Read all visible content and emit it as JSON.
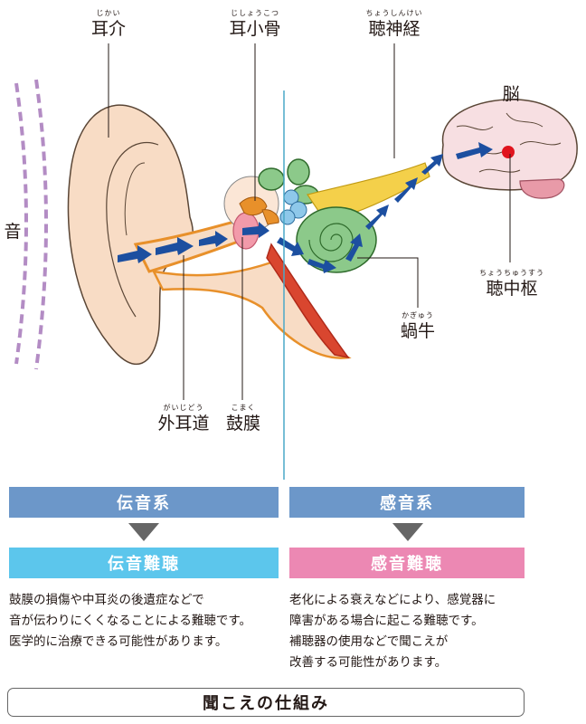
{
  "labels": {
    "pinna": {
      "ruby": "じかい",
      "name": "耳介"
    },
    "ossicles": {
      "ruby": "じしょうこつ",
      "name": "耳小骨"
    },
    "auditory_nerve": {
      "ruby": "ちょうしんけい",
      "name": "聴神経"
    },
    "brain": {
      "name": "脳"
    },
    "sound": {
      "name": "音"
    },
    "auditory_center": {
      "ruby": "ちょうちゅうすう",
      "name": "聴中枢"
    },
    "cochlea": {
      "ruby": "かぎゅう",
      "name": "蝸牛"
    },
    "ear_canal": {
      "ruby": "がいじどう",
      "name": "外耳道"
    },
    "eardrum": {
      "ruby": "こまく",
      "name": "鼓膜"
    }
  },
  "conductive": {
    "system": "伝音系",
    "hearing_loss": "伝音難聴",
    "description": [
      "鼓膜の損傷や中耳炎の後遺症などで",
      "音が伝わりにくくなることによる難聴です。",
      "医学的に治療できる可能性があります。"
    ]
  },
  "sensorineural": {
    "system": "感音系",
    "hearing_loss": "感音難聴",
    "description": [
      "老化による衰えなどにより、感覚器に",
      "障害がある場合に起こる難聴です。",
      "補聴器の使用などで聞こえが",
      "改善する可能性があります。"
    ]
  },
  "caption": "聞こえの仕組み",
  "colors": {
    "conductive_bar": "#6c97c9",
    "conductive_loss_bar": "#5cc6ec",
    "sensorineural_bar": "#6c97c9",
    "sensorineural_loss_bar": "#ec88b3",
    "arrow": "#1c4fa0",
    "sound_wave": "#b38cc4",
    "divider": "#4aa8c8",
    "skin": "#f8dcc5",
    "canal_orange": "#e8902a"
  }
}
